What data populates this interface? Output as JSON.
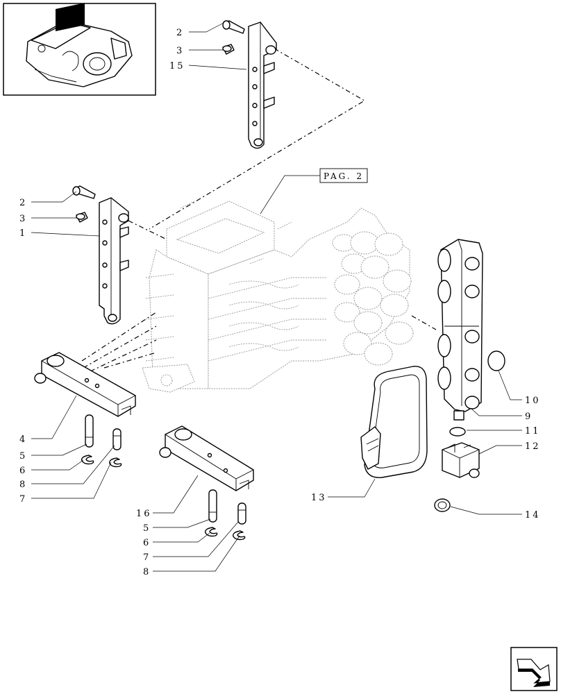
{
  "page_reference": "PAG. 2",
  "callouts": [
    {
      "id": "c-2a",
      "text": "2"
    },
    {
      "id": "c-3a",
      "text": "3"
    },
    {
      "id": "c-15",
      "text": "15"
    },
    {
      "id": "c-2b",
      "text": "2"
    },
    {
      "id": "c-3b",
      "text": "3"
    },
    {
      "id": "c-1",
      "text": "1"
    },
    {
      "id": "c-4",
      "text": "4"
    },
    {
      "id": "c-5a",
      "text": "5"
    },
    {
      "id": "c-6a",
      "text": "6"
    },
    {
      "id": "c-8a",
      "text": "8"
    },
    {
      "id": "c-7a",
      "text": "7"
    },
    {
      "id": "c-16",
      "text": "16"
    },
    {
      "id": "c-5b",
      "text": "5"
    },
    {
      "id": "c-6b",
      "text": "6"
    },
    {
      "id": "c-7b",
      "text": "7"
    },
    {
      "id": "c-8b",
      "text": "8"
    },
    {
      "id": "c-13",
      "text": "13"
    },
    {
      "id": "c-10",
      "text": "10"
    },
    {
      "id": "c-9",
      "text": "9"
    },
    {
      "id": "c-11",
      "text": "11"
    },
    {
      "id": "c-12",
      "text": "12"
    },
    {
      "id": "c-14",
      "text": "14"
    }
  ],
  "icons": {
    "thumbnail": "valve-assembly-thumbnail-icon",
    "navigation": "next-page-arrow-icon"
  }
}
